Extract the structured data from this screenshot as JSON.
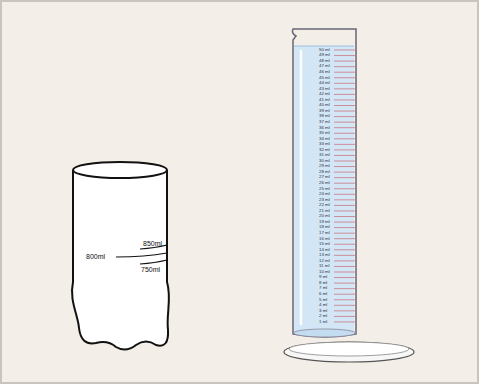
{
  "diagram": {
    "labels": [
      "850ml",
      "800ml",
      "750ml",
      "50 ml",
      "49 ml",
      "48 ml",
      "47 ml",
      "46 ml",
      "45 ml",
      "44 ml",
      "43 ml",
      "42 ml",
      "41 ml",
      "40 ml",
      "39 ml",
      "38 ml",
      "37 ml",
      "36 ml",
      "35 ml",
      "34 ml",
      "33 ml",
      "32 ml",
      "31 ml",
      "30 ml",
      "29 ml",
      "28 ml",
      "27 ml",
      "26 ml",
      "25 ml",
      "24 ml",
      "23 ml",
      "22 ml",
      "21 ml",
      "20 ml",
      "19 ml",
      "18 ml",
      "17 ml",
      "16 ml",
      "15 ml",
      "14 ml",
      "13 ml",
      "12 ml",
      "11 ml",
      "10 ml",
      "9 ml",
      "8 ml",
      "7 ml",
      "6 ml",
      "5 ml",
      "4 ml",
      "3 ml",
      "2 ml",
      "1 ml"
    ]
  }
}
